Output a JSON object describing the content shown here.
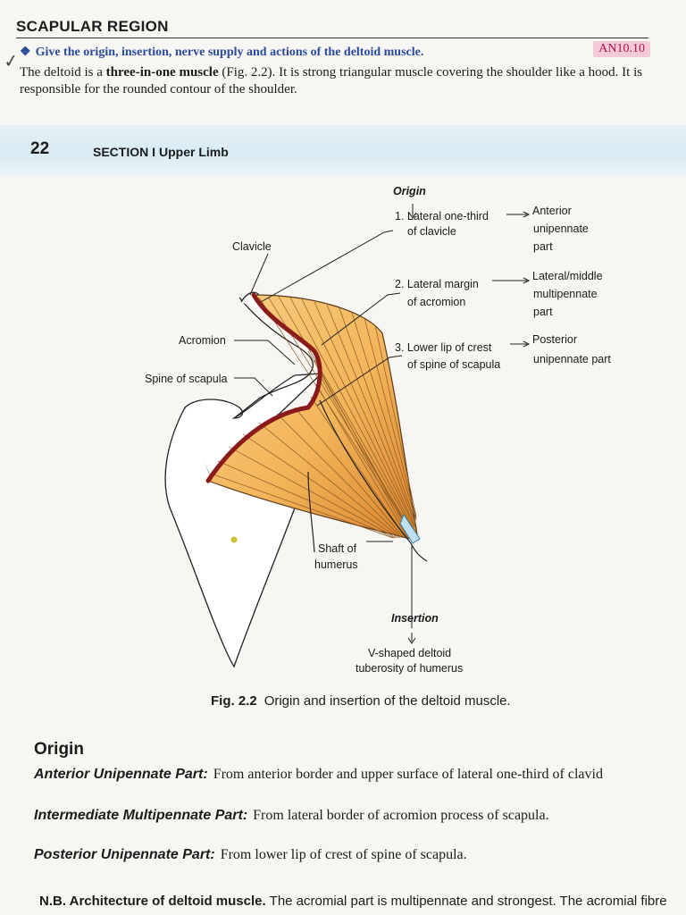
{
  "header": {
    "section_title": "SCAPULAR REGION",
    "question": "Give the origin, insertion, nerve supply and actions of the deltoid muscle.",
    "competency_code": "AN10.10",
    "intro_before": "The deltoid is a ",
    "intro_bold": "three-in-one muscle",
    "intro_after": " (Fig. 2.2). It is strong triangular muscle covering the shoulder like a hood. It is responsible for the rounded contour of the shoulder."
  },
  "page": {
    "number": "22",
    "section_label": "SECTION I",
    "section_name": "Upper Limb"
  },
  "figure": {
    "labels": {
      "origin_title": "Origin",
      "origin_1_line1": "1. Lateral one-third",
      "origin_1_line2": "of clavicle",
      "part_1_line1": "Anterior",
      "part_1_line2": "unipennate",
      "part_1_line3": "part",
      "origin_2_line1": "2. Lateral margin",
      "origin_2_line2": "of acromion",
      "part_2_line1": "Lateral/middle",
      "part_2_line2": "multipennate",
      "part_2_line3": "part",
      "origin_3_line1": "3. Lower lip of crest",
      "origin_3_line2": "of spine of scapula",
      "part_3_line1": "Posterior",
      "part_3_line2": "unipennate part",
      "clavicle": "Clavicle",
      "acromion": "Acromion",
      "spine_of_scapula": "Spine of scapula",
      "shaft_line1": "Shaft of",
      "shaft_line2": "humerus",
      "insertion_title": "Insertion",
      "insertion_line1": "V-shaped deltoid",
      "insertion_line2": "tuberosity of humerus"
    },
    "caption_number": "Fig. 2.2",
    "caption_text": "Origin and insertion of the deltoid muscle."
  },
  "origin_section": {
    "heading": "Origin",
    "rows": [
      {
        "term": "Anterior Unipennate Part:",
        "text": "From anterior border and upper surface of lateral one-third of clavid"
      },
      {
        "term": "Intermediate Multipennate Part:",
        "text": "From lateral border of acromion process of scapula."
      },
      {
        "term": "Posterior Unipennate Part:",
        "text": "From lower lip of crest of spine of scapula."
      }
    ]
  },
  "nb": {
    "bold": "N.B. Architecture of deltoid muscle.",
    "text": "The acromial part is multipennate and strongest. The acromial fibre"
  },
  "colors": {
    "muscle_fill": "#f3b45a",
    "muscle_shade": "#d9822d",
    "origin_band": "#8b1a1a",
    "question_blue": "#2a4a9b",
    "badge_pink": "#f4c9d8",
    "band_blue": "#d8ebf3"
  },
  "icons": [
    "diamond-bullet-icon",
    "check-mark-icon"
  ]
}
